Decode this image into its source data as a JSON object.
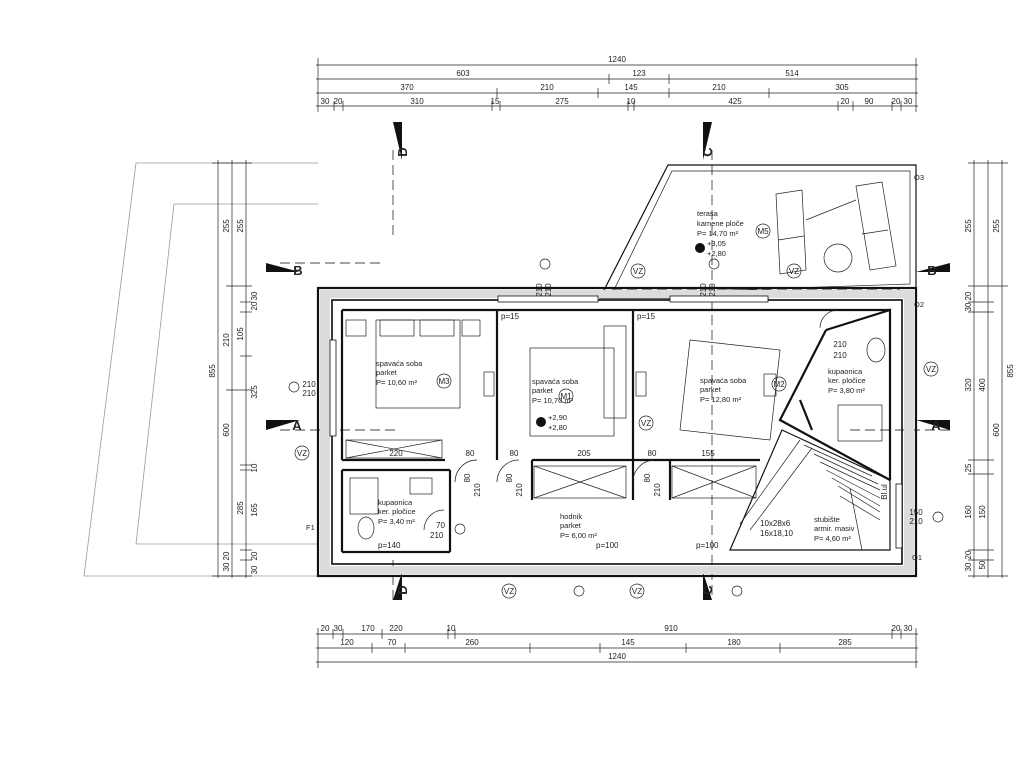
{
  "dims": {
    "top": {
      "row1": [
        "1240"
      ],
      "row2": [
        "603",
        "123",
        "514"
      ],
      "row3": [
        "370",
        "210",
        "145",
        "210",
        "305"
      ],
      "row4": [
        "30",
        "20",
        "310",
        "15",
        "275",
        "10",
        "425",
        "20",
        "90",
        "20",
        "30"
      ]
    },
    "bottom": {
      "row1": [
        "20",
        "30",
        "170",
        "220",
        "10",
        "910",
        "20",
        "30"
      ],
      "row2": [
        "120",
        "70",
        "260",
        "145",
        "180",
        "285"
      ],
      "row3": [
        "1240"
      ]
    },
    "left": {
      "outer": [
        "855"
      ],
      "mid": [
        "255",
        "210",
        "600",
        "30",
        "20"
      ],
      "inner": [
        "255",
        "30",
        "20",
        "105",
        "325",
        "285",
        "165",
        "10",
        "30",
        "20"
      ]
    },
    "right": {
      "outer": [
        "855"
      ],
      "mid": [
        "255",
        "400",
        "600"
      ],
      "inner": [
        "255",
        "20",
        "30",
        "320",
        "25",
        "160",
        "150",
        "30",
        "20",
        "50"
      ]
    },
    "interior": [
      "210",
      "210",
      "210",
      "210",
      "p=15",
      "p=15",
      "220",
      "80",
      "80",
      "205",
      "80",
      "155",
      "80",
      "210",
      "80",
      "210",
      "80",
      "210",
      "70",
      "210",
      "p=140",
      "p=100",
      "p=100",
      "210",
      "210",
      "210",
      "210",
      "150",
      "210",
      "10x28x6",
      "16x18,10",
      "Bl.ul"
    ]
  },
  "sections": [
    "D",
    "C",
    "B",
    "B",
    "A",
    "A",
    "D",
    "C"
  ],
  "rooms": {
    "terrace": [
      "terasa",
      "kamene ploče",
      "P= 14,70 m²"
    ],
    "bed1": [
      "spavaća soba",
      "parket",
      "P= 10,60 m²"
    ],
    "bed2": [
      "spavaća soba",
      "parket",
      "P= 10,70 m²"
    ],
    "bed3": [
      "spavaća soba",
      "parket",
      "P= 12,80 m²"
    ],
    "bath1": [
      "kupaonica",
      "ker. pločice",
      "P= 3,80 m²"
    ],
    "bath2": [
      "kupaonica",
      "ker. pločice",
      "P= 3,40 m²"
    ],
    "hall": [
      "hodnik",
      "parket",
      "P= 6,00 m²"
    ],
    "stairs": [
      "stubište",
      "armir. masiv",
      "P= 4,60 m²"
    ]
  },
  "levels": [
    "+3,05",
    "+2,80",
    "+2,90",
    "+2,80"
  ],
  "tags": [
    "O3",
    "O2",
    "O1",
    "F1",
    "M3",
    "M2",
    "M1",
    "M5",
    "VZ",
    "VZ",
    "VZ",
    "VZ",
    "VZ",
    "VZ",
    "VZ"
  ]
}
